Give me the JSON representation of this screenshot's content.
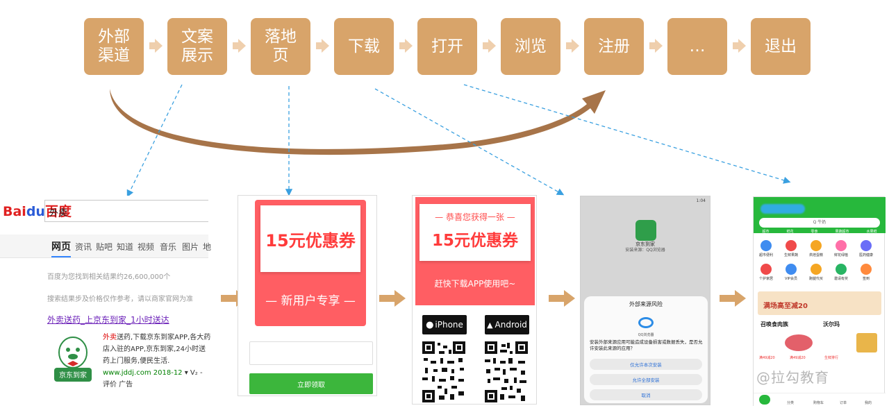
{
  "flow": {
    "steps": [
      "外部\n渠道",
      "文案\n展示",
      "落地\n页",
      "下载",
      "打开",
      "浏览",
      "注册",
      "…",
      "退出"
    ],
    "box_color": "#d8a46a",
    "connector_color": "#efcfad",
    "curve_color": "#a0683a",
    "dashed_color": "#3aa0e0"
  },
  "search_page": {
    "logo_a": "Bai",
    "logo_b": "du",
    "logo_c": "百度",
    "query": "外卖",
    "tabs": [
      "网页",
      "资讯",
      "贴吧",
      "知道",
      "视频",
      "音乐",
      "图片",
      "地"
    ],
    "result_count": "百度为您找到相关结果约26,600,000个",
    "notice": "搜索结果步及价格仅作参考，请以商家官网为准",
    "result_title": "外卖送药_上京东到家_1小时送达",
    "desc_highlight": "外卖",
    "desc_rest": "送药,下载京东到家APP,各大药店入驻的APP,京东到家,24小时送药上门服务,便民生活.",
    "url": "www.jddj.com  2018-12",
    "url_suffix": " ▾ V₂ - 评价  广告",
    "brand_name": "京东到家"
  },
  "coupon_page": {
    "amount": "15元优惠券",
    "subtitle": "— 新用户专享 —",
    "button": "立即领取"
  },
  "download_page": {
    "congrats": "— 恭喜您获得一张 —",
    "amount": "15元优惠券",
    "cta": "赶快下载APP使用吧~",
    "ios_label": " iPhone",
    "android_label": "Android"
  },
  "install_page": {
    "status_time": "1:04",
    "app_name": "京东到家",
    "app_source": "安装来源：QQ浏览器",
    "dialog_title": "外部来源风险",
    "browser_name": "QQ浏览器",
    "message": "安装外部来源应用可能造成设备损害或数据丢失，是否允许安装此来源的应用？",
    "btn_once": "仅允许本次安装",
    "btn_all": "允许全部安装",
    "btn_cancel": "取消"
  },
  "app_home": {
    "search_placeholder": "Q 牛奶",
    "categories": [
      "超市",
      "鲜花",
      "零食",
      "果蔬超市",
      "水果鲜"
    ],
    "icons": [
      {
        "label": "超市便利",
        "color": "#3f8cf0"
      },
      {
        "label": "生鲜果蔬",
        "color": "#f04a4a"
      },
      {
        "label": "烘焙蛋糕",
        "color": "#f5a623"
      },
      {
        "label": "鲜花绿植",
        "color": "#ff6fa8"
      },
      {
        "label": "医药健康",
        "color": "#6a6ef7"
      },
      {
        "label": "个护家居",
        "color": "#f04a4a"
      },
      {
        "label": "VIP会员",
        "color": "#3f8cf0"
      },
      {
        "label": "跑腿代买",
        "color": "#f5a623"
      },
      {
        "label": "邀请有奖",
        "color": "#28b463"
      },
      {
        "label": "签到",
        "color": "#ff8a3d"
      }
    ],
    "banner": "满场高至减20",
    "shop1": "召唤食肉族",
    "shop2": "沃尔玛",
    "promos": [
      "满49减20",
      "满49减20",
      "生鲜排行"
    ],
    "tabbar": [
      "分类",
      "购物车",
      "订单",
      "我的"
    ],
    "watermark": "@拉勾教育"
  }
}
